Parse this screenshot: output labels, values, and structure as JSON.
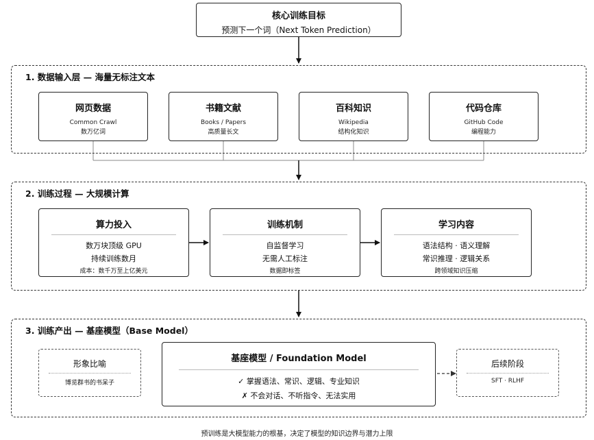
{
  "goal": {
    "title": "核心训练目标",
    "subtitle": "预测下一个词（Next Token Prediction）"
  },
  "layer1": {
    "label": "1. 数据输入层 — 海量无标注文本",
    "sources": [
      {
        "title": "网页数据",
        "line1": "Common Crawl",
        "line2": "数万亿词"
      },
      {
        "title": "书籍文献",
        "line1": "Books / Papers",
        "line2": "高质量长文"
      },
      {
        "title": "百科知识",
        "line1": "Wikipedia",
        "line2": "结构化知识"
      },
      {
        "title": "代码仓库",
        "line1": "GitHub Code",
        "line2": "编程能力"
      }
    ]
  },
  "layer2": {
    "label": "2. 训练过程 — 大规模计算",
    "compute": {
      "title": "算力投入",
      "line1": "数万块顶级 GPU",
      "line2": "持续训练数月",
      "note": "成本：数千万至上亿美元"
    },
    "mechanism": {
      "title": "训练机制",
      "line1": "自监督学习",
      "line2": "无需人工标注",
      "note": "数据即标签"
    },
    "learning": {
      "title": "学习内容",
      "line1": "语法结构 · 语义理解",
      "line2": "常识推理 · 逻辑关系",
      "note": "跨领域知识压缩"
    }
  },
  "layer3": {
    "label": "3. 训练产出 — 基座模型（Base Model）",
    "analogy": {
      "title": "形象比喻",
      "text": "博览群书的书呆子"
    },
    "model": {
      "title": "基座模型 / Foundation Model",
      "pro": "✓ 掌握语法、常识、逻辑、专业知识",
      "con": "✗ 不会对话、不听指令、无法实用"
    },
    "next": {
      "title": "后续阶段",
      "text": "SFT · RLHF"
    }
  },
  "footer": "预训练是大模型能力的根基，决定了模型的知识边界与潜力上限"
}
